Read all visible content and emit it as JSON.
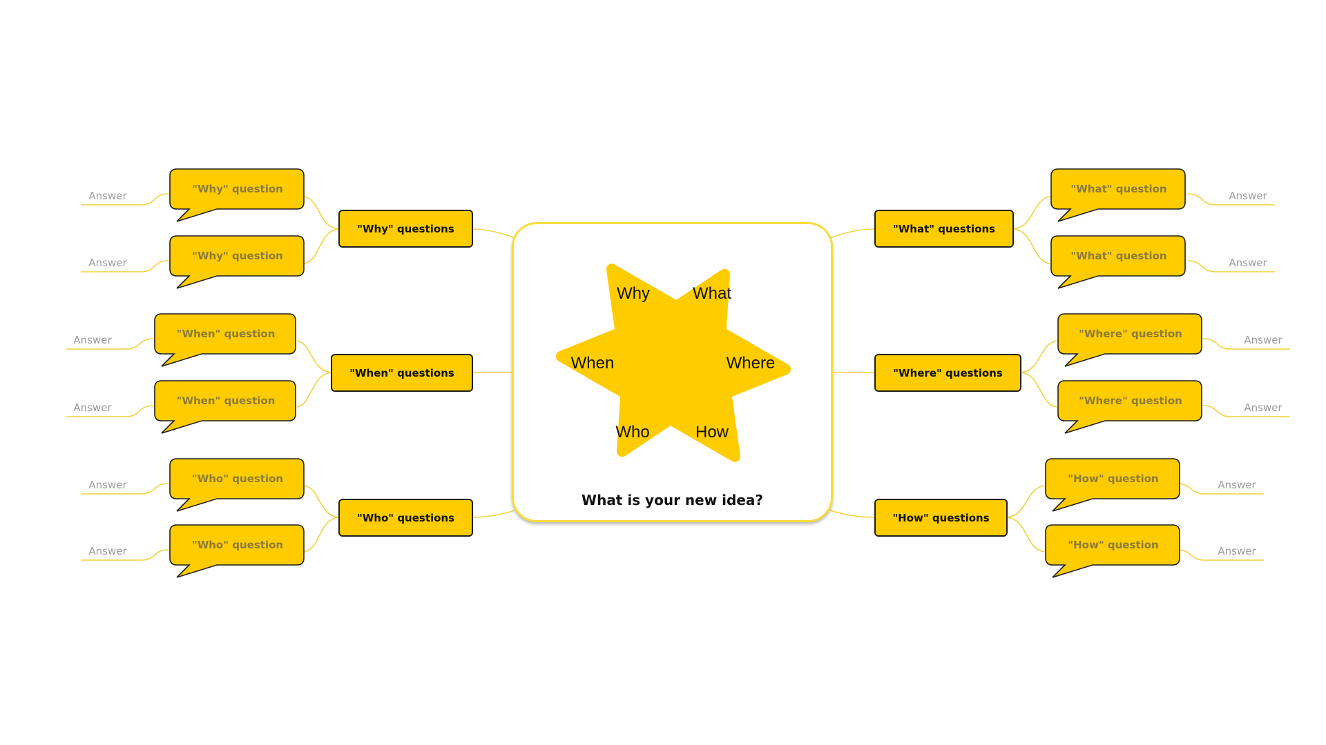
{
  "central": {
    "title": "What is your new idea?",
    "star_labels": {
      "why": "Why",
      "what": "What",
      "when": "When",
      "where": "Where",
      "who": "Who",
      "how": "How"
    }
  },
  "branches": {
    "why": {
      "label": "\"Why\" questions",
      "items": [
        {
          "question": "\"Why\" question",
          "answer": "Answer"
        },
        {
          "question": "\"Why\" question",
          "answer": "Answer"
        }
      ]
    },
    "when": {
      "label": "\"When\" questions",
      "items": [
        {
          "question": "\"When\" question",
          "answer": "Answer"
        },
        {
          "question": "\"When\" question",
          "answer": "Answer"
        }
      ]
    },
    "who": {
      "label": "\"Who\" questions",
      "items": [
        {
          "question": "\"Who\" question",
          "answer": "Answer"
        },
        {
          "question": "\"Who\" question",
          "answer": "Answer"
        }
      ]
    },
    "what": {
      "label": "\"What\" questions",
      "items": [
        {
          "question": "\"What\" question",
          "answer": "Answer"
        },
        {
          "question": "\"What\" question",
          "answer": "Answer"
        }
      ]
    },
    "where": {
      "label": "\"Where\" questions",
      "items": [
        {
          "question": "\"Where\" question",
          "answer": "Answer"
        },
        {
          "question": "\"Where\" question",
          "answer": "Answer"
        }
      ]
    },
    "how": {
      "label": "\"How\" questions",
      "items": [
        {
          "question": "\"How\" question",
          "answer": "Answer"
        },
        {
          "question": "\"How\" question",
          "answer": "Answer"
        }
      ]
    }
  },
  "colors": {
    "accent_yellow": "#ffcc00",
    "connector_yellow": "#f2d23c",
    "card_border": "#f7dd3c",
    "node_outline": "#1e1e1e",
    "question_text": "#8a7a3a",
    "answer_text": "#9a9a9a"
  }
}
